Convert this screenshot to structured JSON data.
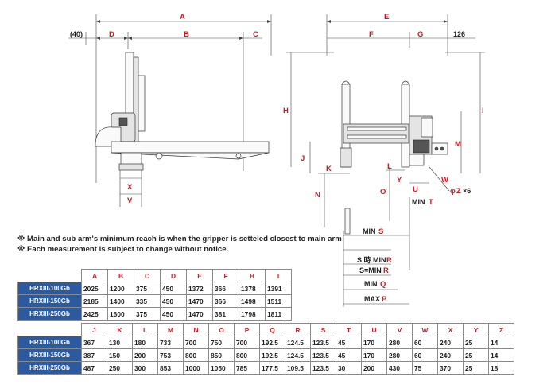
{
  "labels": {
    "A": "A",
    "B": "B",
    "C": "C",
    "D": "D",
    "E": "E",
    "F": "F",
    "G": "G",
    "H": "H",
    "I": "I",
    "J": "J",
    "K": "K",
    "L": "L",
    "M": "M",
    "N": "N",
    "O": "O",
    "W": "W",
    "V": "V",
    "X": "X",
    "Y": "Y",
    "U": "U",
    "forty": "(40)",
    "one26": "126",
    "phi_prefix": "φ",
    "phi_z": "Z",
    "phi_suffix": "×6",
    "mint_prefix": "MIN",
    "mint_suffix": "T",
    "mins_prefix": "MIN",
    "mins_suffix": "S",
    "sminr_prefix": "S 時 MIN",
    "sminr_suffix": "R",
    "seqminr_prefix": "S=MIN",
    "seqminr_suffix": "R",
    "minq_prefix": "MIN",
    "minq_suffix": "Q",
    "maxp_prefix": "MAX",
    "maxp_suffix": "P"
  },
  "notes": [
    "※ Main and sub arm's minimum reach is when the gripper is setteled closest to main arm",
    "※ Each measurement is subject to change without notice."
  ],
  "table1": {
    "columns": [
      "A",
      "B",
      "C",
      "D",
      "E",
      "F",
      "H",
      "I"
    ],
    "rows": [
      {
        "model": "HRXIII-100Gb",
        "values": [
          "2025",
          "1200",
          "375",
          "450",
          "1372",
          "366",
          "1378",
          "1391"
        ]
      },
      {
        "model": "HRXIII-150Gb",
        "values": [
          "2185",
          "1400",
          "335",
          "450",
          "1470",
          "366",
          "1498",
          "1511"
        ]
      },
      {
        "model": "HRXIII-250Gb",
        "values": [
          "2425",
          "1600",
          "375",
          "450",
          "1470",
          "381",
          "1798",
          "1811"
        ]
      }
    ]
  },
  "table2": {
    "columns": [
      "J",
      "K",
      "L",
      "M",
      "N",
      "O",
      "P",
      "Q",
      "R",
      "S",
      "T",
      "U",
      "V",
      "W",
      "X",
      "Y",
      "Z"
    ],
    "rows": [
      {
        "model": "HRXIII-100Gb",
        "values": [
          "367",
          "130",
          "180",
          "733",
          "700",
          "750",
          "700",
          "192.5",
          "124.5",
          "123.5",
          "45",
          "170",
          "280",
          "60",
          "240",
          "25",
          "14"
        ]
      },
      {
        "model": "HRXIII-150Gb",
        "values": [
          "387",
          "150",
          "200",
          "753",
          "800",
          "850",
          "800",
          "192.5",
          "124.5",
          "123.5",
          "45",
          "170",
          "280",
          "60",
          "240",
          "25",
          "14"
        ]
      },
      {
        "model": "HRXIII-250Gb",
        "values": [
          "487",
          "250",
          "300",
          "853",
          "1000",
          "1050",
          "785",
          "177.5",
          "109.5",
          "123.5",
          "30",
          "200",
          "430",
          "75",
          "370",
          "25",
          "18"
        ]
      }
    ]
  }
}
